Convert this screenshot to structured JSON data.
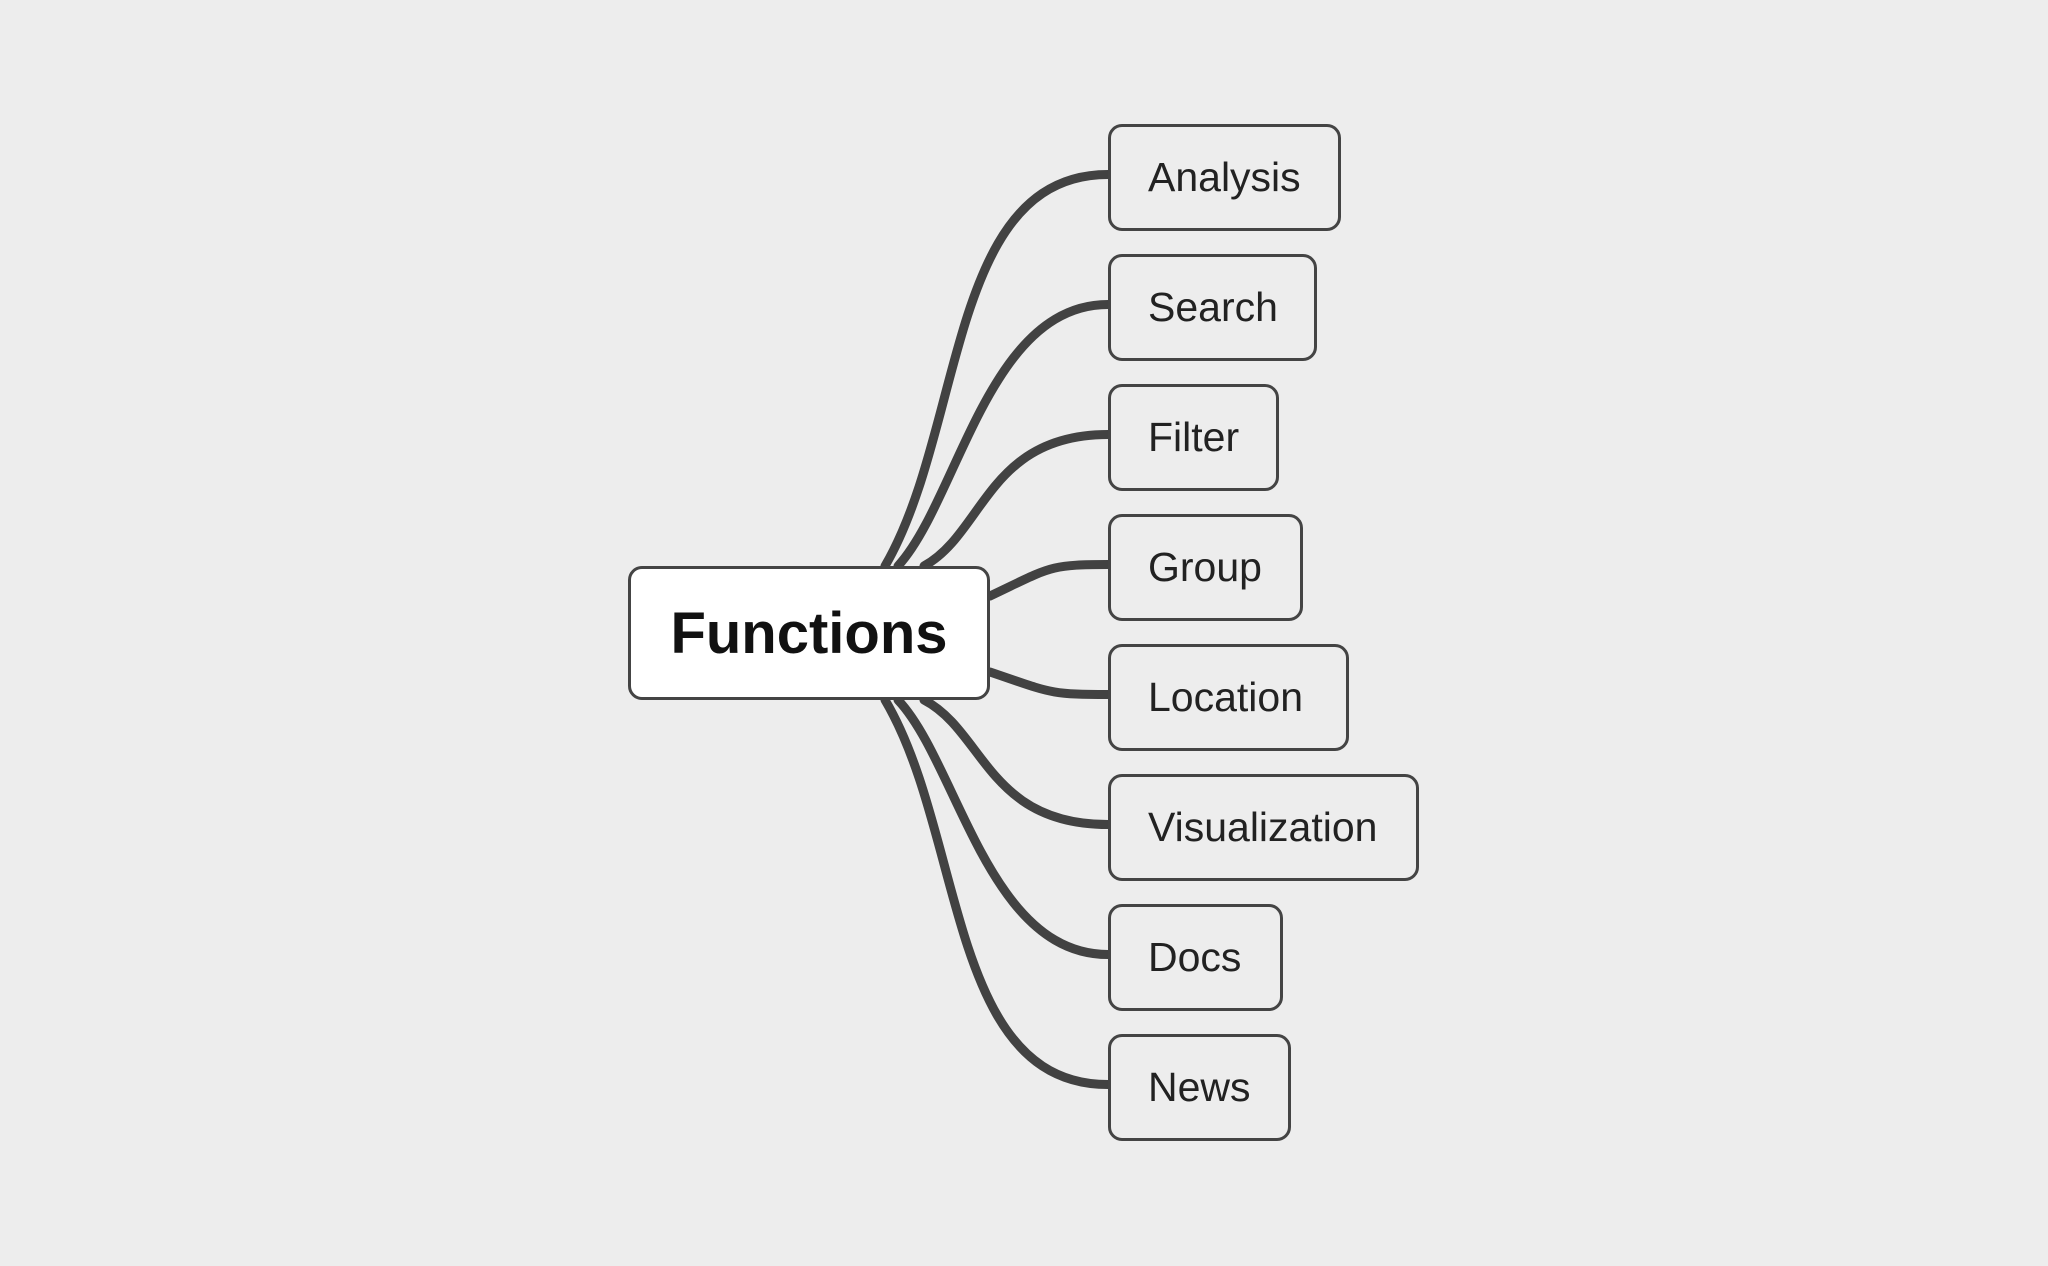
{
  "diagram": {
    "type": "mind-map",
    "colors": {
      "background": "#ededed",
      "connector": "#424242",
      "node_border": "#444444",
      "root_fill": "#ffffff",
      "child_fill": "#ededed"
    },
    "root": {
      "label": "Functions"
    },
    "children": [
      {
        "label": "Analysis"
      },
      {
        "label": "Search"
      },
      {
        "label": "Filter"
      },
      {
        "label": "Group"
      },
      {
        "label": "Location"
      },
      {
        "label": "Visualization"
      },
      {
        "label": "Docs"
      },
      {
        "label": "News"
      }
    ]
  }
}
